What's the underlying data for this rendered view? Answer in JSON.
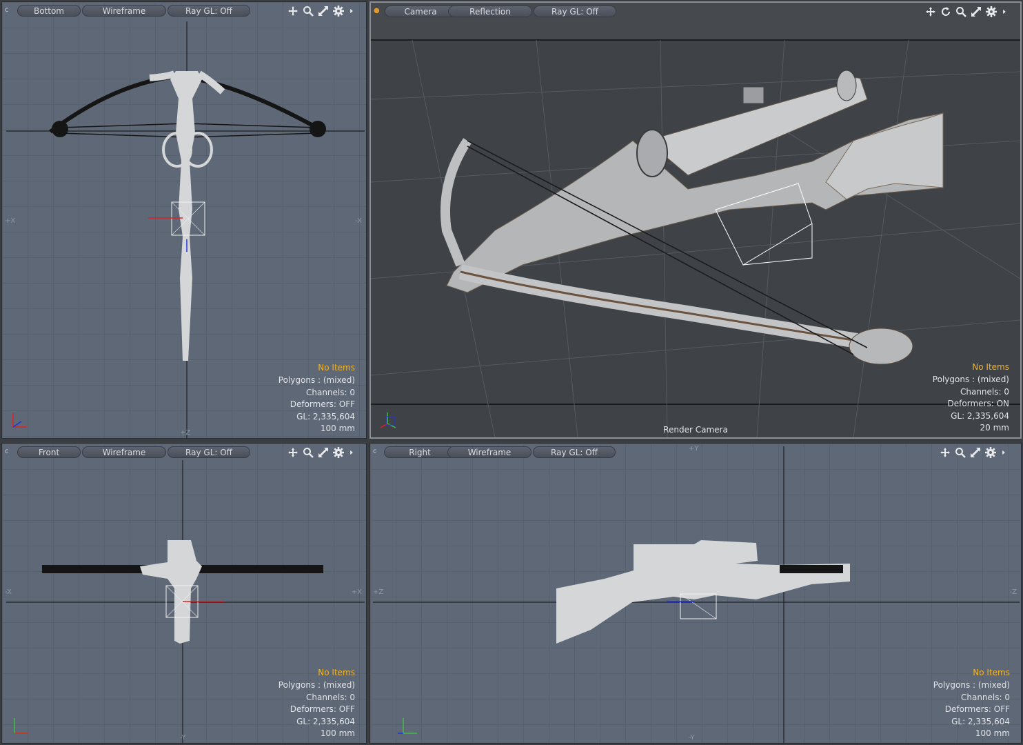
{
  "viewports": {
    "bottom": {
      "view_label": "Bottom",
      "shading_label": "Wireframe",
      "raygl_label": "Ray GL: Off",
      "axis": {
        "left": "+X",
        "right": "-X",
        "bottom": "+Z"
      },
      "info": {
        "selection": "No Items",
        "polygons": "Polygons : (mixed)",
        "channels": "Channels: 0",
        "deformers": "Deformers: OFF",
        "gl": "GL: 2,335,604",
        "scale": "100 mm"
      }
    },
    "camera": {
      "view_label": "Camera",
      "shading_label": "Reflection",
      "raygl_label": "Ray GL: Off",
      "render_label": "Render Camera",
      "info": {
        "selection": "No Items",
        "polygons": "Polygons : (mixed)",
        "channels": "Channels: 0",
        "deformers": "Deformers: ON",
        "gl": "GL: 2,335,604",
        "scale": "20 mm"
      }
    },
    "front": {
      "view_label": "Front",
      "shading_label": "Wireframe",
      "raygl_label": "Ray GL: Off",
      "axis": {
        "left": "-X",
        "right": "+X",
        "bottom": "-Y"
      },
      "info": {
        "selection": "No Items",
        "polygons": "Polygons : (mixed)",
        "channels": "Channels: 0",
        "deformers": "Deformers: OFF",
        "gl": "GL: 2,335,604",
        "scale": "100 mm"
      }
    },
    "right": {
      "view_label": "Right",
      "shading_label": "Wireframe",
      "raygl_label": "Ray GL: Off",
      "axis": {
        "left": "+Z",
        "right": "-Z",
        "top": "+Y",
        "bottom": "-Y"
      },
      "info": {
        "selection": "No Items",
        "polygons": "Polygons : (mixed)",
        "channels": "Channels: 0",
        "deformers": "Deformers: OFF",
        "gl": "GL: 2,335,604",
        "scale": "100 mm"
      }
    }
  },
  "icons": [
    "move-icon",
    "rotate-icon",
    "zoom-icon",
    "maximize-icon",
    "settings-gear-icon",
    "expand-arrow-icon"
  ],
  "colors": {
    "highlight": "#f2b428",
    "viewport_bg": "#5f6876",
    "camera_bg": "#3f4348",
    "model": "#d4d6d8"
  }
}
